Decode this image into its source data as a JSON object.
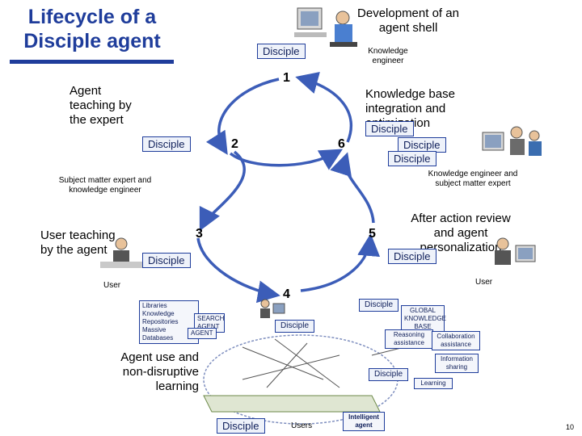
{
  "title": "Lifecycle of a Disciple agent",
  "top_label": "Development of an agent shell",
  "knowledge_engineer": "Knowledge engineer",
  "steps": {
    "s1": "1",
    "s2": "2",
    "s3": "3",
    "s4": "4",
    "s5": "5",
    "s6": "6"
  },
  "step_labels": {
    "teaching_expert": "Agent teaching by the expert",
    "kb_integration": "Knowledge base integration and optimization",
    "user_teaching": "User teaching by the agent",
    "after_action": "After action review and agent personalization",
    "agent_use": "Agent use and non-disruptive learning"
  },
  "captions": {
    "sme_ke": "Subject matter expert and knowledge engineer",
    "ke_sme": "Knowledge engineer and subject matter expert",
    "user_left": "User",
    "user_right": "User",
    "users_bottom": "Users"
  },
  "disciple": "Disciple",
  "bottom_chips": {
    "libraries": "Libraries",
    "kr": "Knowledge Repositories",
    "mdb": "Massive Databases",
    "search_agent": "SEARCH AGENT",
    "agent": "AGENT",
    "global_kb": "GLOBAL KNOWLEDGE BASE",
    "reasoning": "Reasoning assistance",
    "collaboration": "Collaboration assistance",
    "information": "Information sharing",
    "learning": "Learning",
    "intelligent_agent": "Intelligent agent"
  },
  "page_number": "10",
  "colors": {
    "accent": "#1f3d9b",
    "arrow": "#3c5db8"
  }
}
